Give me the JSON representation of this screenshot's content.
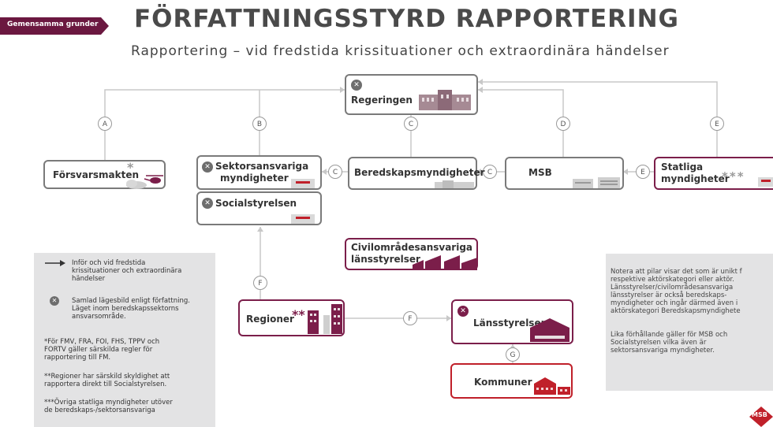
{
  "header": {
    "tag_label": "Gemensamma grunder",
    "title": "FÖRFATTNINGSSTYRD RAPPORTERING",
    "subtitle": "Rapportering – vid fredstida krissituationer och extraordinära händelser"
  },
  "nodes": {
    "regeringen": "Regeringen",
    "forsvarsmakten": "Försvarsmakten",
    "sektorsansvariga": [
      "Sektorsansvariga",
      "myndigheter"
    ],
    "socialstyrelsen": "Socialstyrelsen",
    "beredskaps": "Beredskapsmyndigheter",
    "msb": "MSB",
    "statliga": [
      "Statliga",
      "myndigheter"
    ],
    "civilomrade": [
      "Civilområdesansvariga",
      "länsstyrelser"
    ],
    "regioner": "Regioner",
    "lansstyrelser": "Länsstyrelser",
    "kommuner": "Kommuner"
  },
  "markers": {
    "one": "*",
    "two": "**",
    "three": "***"
  },
  "edge_labels": {
    "a": "A",
    "b": "B",
    "c1": "C",
    "c2": "C",
    "c3": "C",
    "d": "D",
    "e1": "E",
    "e2": "E",
    "f1": "F",
    "f2": "F",
    "g": "G"
  },
  "legend": {
    "arrow_text": [
      "Inför och vid fredstida",
      "krissituationer och extraordinära",
      "händelser"
    ],
    "badge_text": [
      "Samlad lägesbild enligt författning.",
      "Läget inom beredskapssektorns",
      "ansvarsområde."
    ],
    "note1": [
      "*För FMV, FRA, FOI, FHS, TPPV och",
      "FORTV gäller särskilda regler för",
      "rapportering till FM."
    ],
    "note2": [
      "**Regioner har särskild skyldighet att",
      "rapportera direkt till Socialstyrelsen."
    ],
    "note3": [
      "***Övriga statliga myndigheter utöver",
      "de beredskaps-/sektorsansvariga"
    ]
  },
  "note_box": {
    "p1": "Notera att pilar visar det som är unikt f\nrespektive aktörskategori eller aktör.\nLänsstyrelser/civilområdesansvariga\nlänsstyrelser är också beredskaps-\nmyndigheter och ingår därmed även i\naktörskategori Beredskapsmyndighete",
    "p2": "Lika förhållande gäller för MSB och\nSocialstyrelsen vilka även är\nsektorsansvariga myndigheter."
  },
  "logo": {
    "text": "MSB"
  },
  "colors": {
    "maroon": "#7b1e4a",
    "red": "#c0202a",
    "gray": "#7a7a7a",
    "tag": "#6b1840"
  }
}
